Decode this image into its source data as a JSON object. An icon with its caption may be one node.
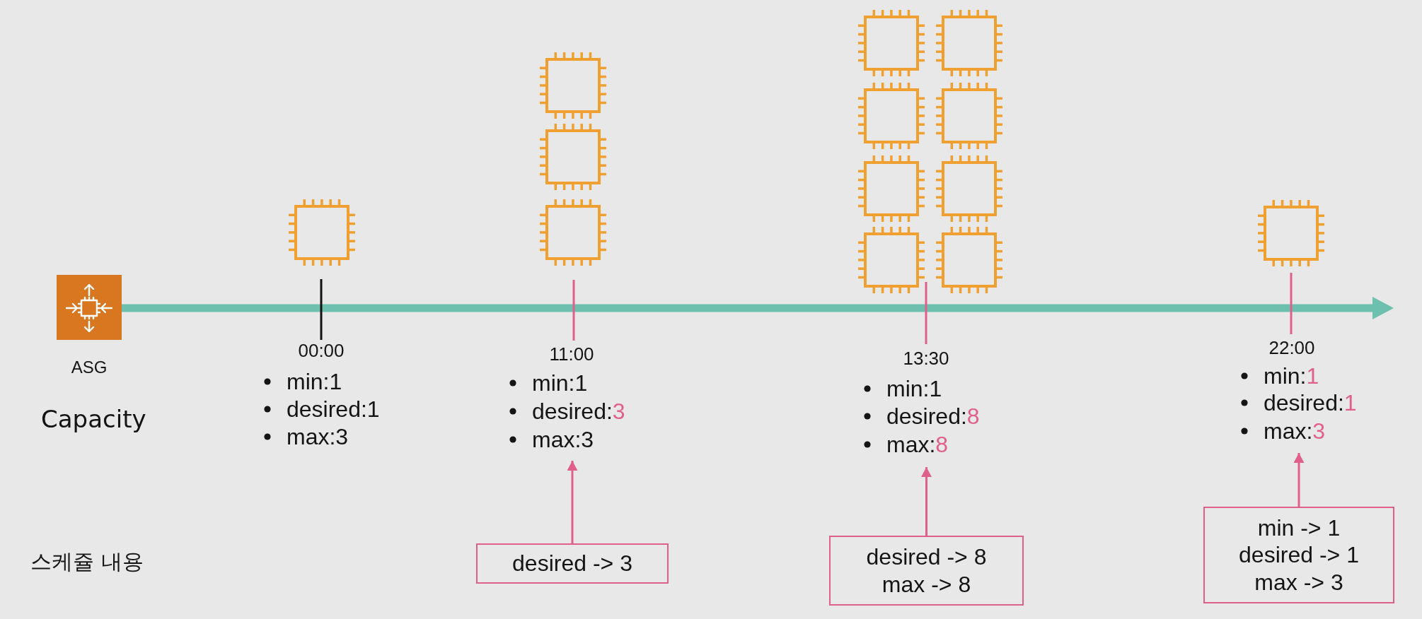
{
  "diagram": {
    "nodes": [
      {
        "text": [],
        "shape": "picture",
        "beside": [
          "ASG"
        ]
      },
      {
        "text": [
          "min:1",
          "desired:1",
          "max:3"
        ]
      },
      {
        "text": [
          "min:1",
          "desired:3",
          "max:3"
        ]
      },
      {
        "text": [
          "min:1",
          "desired:8",
          "max:8"
        ]
      },
      {
        "text": [
          "min:1",
          "desired:1",
          "max:3"
        ]
      },
      {
        "text": [
          "desired -> 3"
        ]
      },
      {
        "text": [
          "desired -> 8",
          "max -> 8"
        ]
      },
      {
        "text": [
          "min -> 1",
          "desired -> 1",
          "max -> 3"
        ]
      }
    ],
    "edges": [
      {
        "from": 0,
        "to": null,
        "arrow": "to",
        "style": "thick",
        "color": "#6dbfae"
      },
      {
        "from": 5,
        "to": 2,
        "arrow": "to"
      },
      {
        "from": 6,
        "to": 3,
        "arrow": "to"
      },
      {
        "from": 7,
        "to": 4,
        "arrow": "to"
      }
    ],
    "labels": [
      "00:00",
      "11:00",
      "13:30",
      "22:00",
      "Capacity",
      "스케쥴 내용"
    ]
  }
}
